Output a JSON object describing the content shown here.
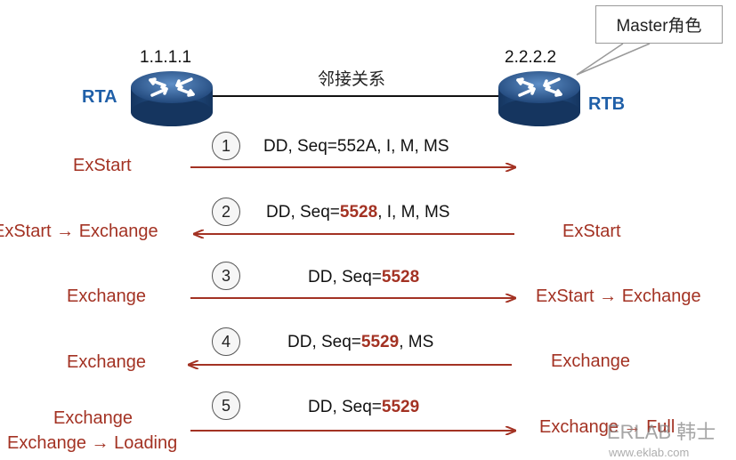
{
  "routers": {
    "a": {
      "name": "RTA",
      "ip": "1.1.1.1"
    },
    "b": {
      "name": "RTB",
      "ip": "2.2.2.2"
    }
  },
  "adjacency_label": "邻接关系",
  "callout": "Master角色",
  "steps": [
    {
      "num": "1",
      "text_pre": "DD, Seq=552A, I, M, MS",
      "seq_bold": "",
      "text_post": ""
    },
    {
      "num": "2",
      "text_pre": "DD, Seq=",
      "seq_bold": "5528",
      "text_post": ", I, M, MS"
    },
    {
      "num": "3",
      "text_pre": "DD, Seq=",
      "seq_bold": "5528",
      "text_post": ""
    },
    {
      "num": "4",
      "text_pre": "DD, Seq=",
      "seq_bold": "5529",
      "text_post": ", MS"
    },
    {
      "num": "5",
      "text_pre": "DD, Seq=",
      "seq_bold": "5529",
      "text_post": ""
    }
  ],
  "states_left": [
    "ExStart",
    "ExStart → Exchange",
    "Exchange",
    "Exchange",
    "Exchange",
    "Exchange → Loading"
  ],
  "states_right": [
    "ExStart",
    "ExStart → Exchange",
    "Exchange",
    "Exchange → Full"
  ],
  "watermark": {
    "text": "ERLAB 韩士",
    "url": "www.eklab.com"
  },
  "colors": {
    "accent": "#a33223",
    "router_label": "#1f5fa8",
    "router_body": "#1e4a7e"
  }
}
